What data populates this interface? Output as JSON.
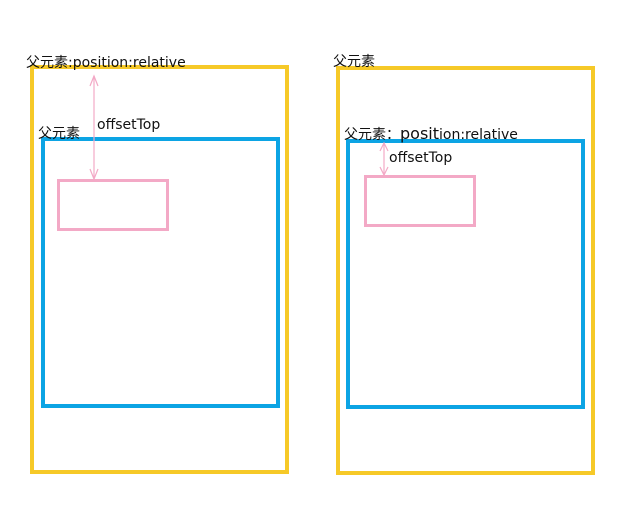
{
  "left": {
    "outer_label": "父元素:position:relative",
    "inner_label": "父元素",
    "offset_label": "offsetTop"
  },
  "right": {
    "outer_label": "父元素",
    "inner_label_prefix": "父元素：",
    "inner_label_emph": "posit",
    "inner_label_suffix": "ion:relative",
    "offset_label": "offsetTop"
  },
  "colors": {
    "outer_border": "#f6c928",
    "inner_border": "#0ca4e4",
    "child_border": "#f3a9c6",
    "arrow": "#f3a9c6"
  }
}
